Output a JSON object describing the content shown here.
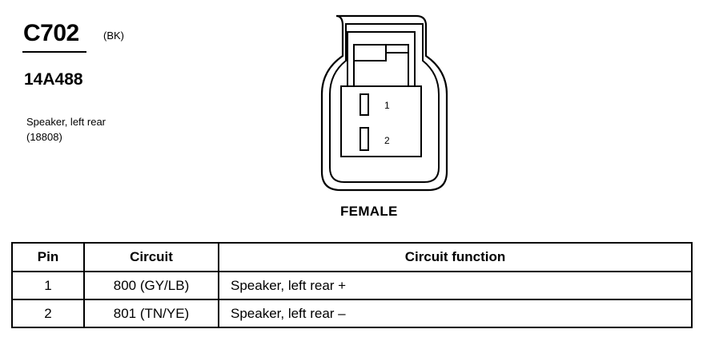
{
  "connector": {
    "id": "C702",
    "color": "(BK)",
    "part_number": "14A488",
    "description_line1": "Speaker, left rear",
    "description_line2": "(18808)",
    "view": "FEMALE",
    "pins": [
      "1",
      "2"
    ]
  },
  "table": {
    "headers": {
      "pin": "Pin",
      "circuit": "Circuit",
      "function": "Circuit function"
    },
    "rows": [
      {
        "pin": "1",
        "circuit": "800 (GY/LB)",
        "function": "Speaker, left rear  +"
      },
      {
        "pin": "2",
        "circuit": "801 (TN/YE)",
        "function": "Speaker, left rear  –"
      }
    ]
  }
}
